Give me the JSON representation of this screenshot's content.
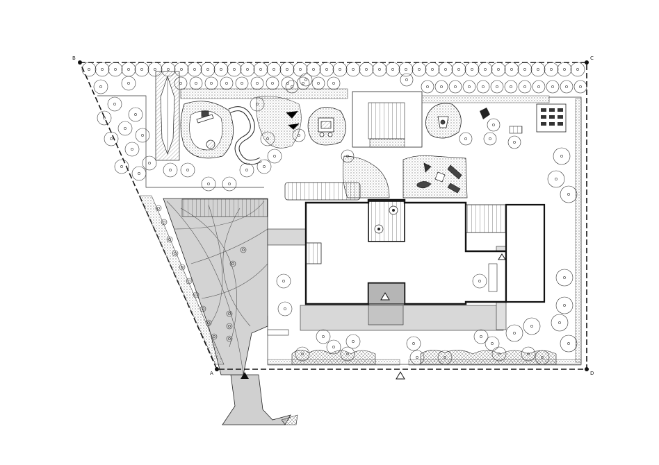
{
  "site_plan": {
    "corners": {
      "a": "A",
      "b": "B",
      "c": "C",
      "d": "D"
    },
    "colors": {
      "ink": "#222222",
      "paving": "#d0d0d0",
      "paving_dark": "#a8a8a8",
      "hedge": "#bdbdbd",
      "background": "#ffffff"
    }
  }
}
